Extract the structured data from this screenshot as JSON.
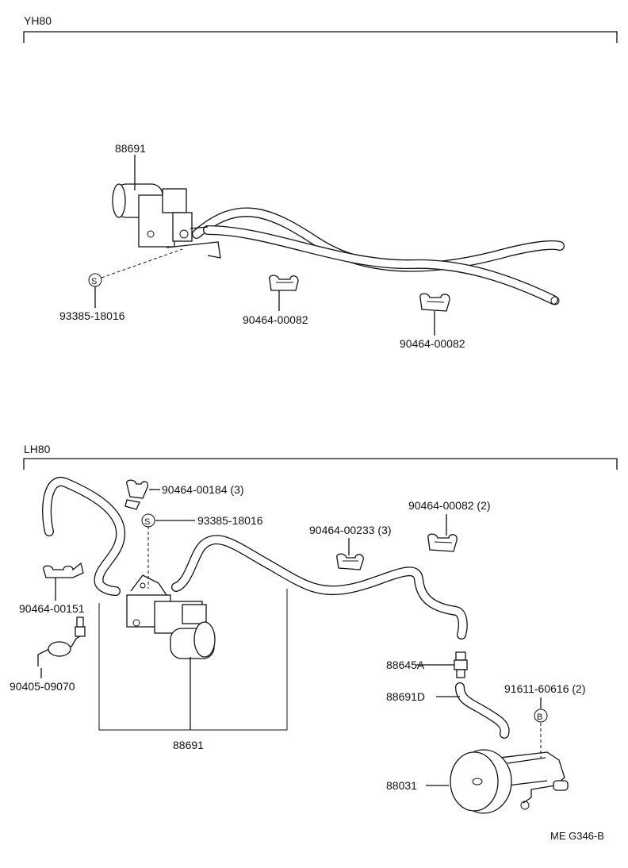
{
  "sections": {
    "yh80": "YH80",
    "lh80": "LH80"
  },
  "parts_yh80": {
    "valve": "88691",
    "screw": "93385-18016",
    "clamp_a": "90464-00082",
    "clamp_b": "90464-00082"
  },
  "parts_lh80": {
    "clamp_184": "90464-00184 (3)",
    "screw": "93385-18016",
    "clamp_233": "90464-00233 (3)",
    "clamp_082": "90464-00082 (2)",
    "clamp_151": "90464-00151",
    "bracket_070": "90405-09070",
    "valve": "88691",
    "fitting": "88645A",
    "hose": "88691D",
    "bolt": "91611-60616 (2)",
    "actuator": "88031"
  },
  "markers": {
    "s": "S",
    "b": "B"
  },
  "footer": {
    "code": "ME  G346-B"
  }
}
